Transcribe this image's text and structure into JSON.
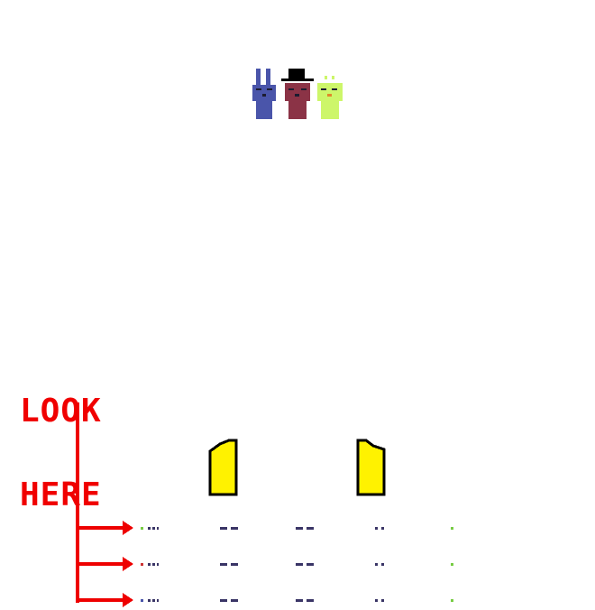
{
  "caption": {
    "line1": "LOOK",
    "line2": "HERE"
  },
  "characters": [
    {
      "name": "bunny-icon",
      "color": "#4a55aa"
    },
    {
      "name": "bear-icon",
      "color": "#8b3346"
    },
    {
      "name": "chick-icon",
      "color": "#cdf66a"
    }
  ],
  "doors": [
    {
      "name": "left-door-icon",
      "color": "#fff200"
    },
    {
      "name": "right-door-icon",
      "color": "#fff200"
    }
  ],
  "colors": {
    "arrow": "#ee0000",
    "dash": "#3a3566",
    "accent_green": "#77cc44",
    "accent_red": "#cc3333"
  },
  "rows": [
    {
      "name": "row-1"
    },
    {
      "name": "row-2"
    },
    {
      "name": "row-3"
    }
  ]
}
